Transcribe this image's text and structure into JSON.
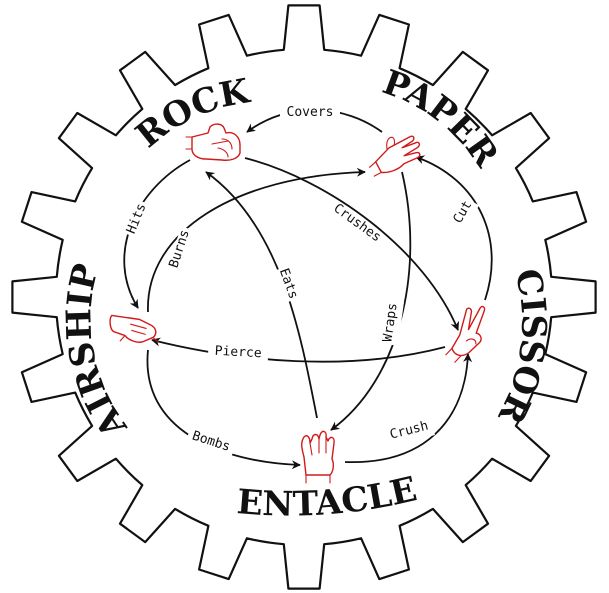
{
  "colors": {
    "outline": "#111111",
    "hand": "#d11a1a",
    "background": "#ffffff"
  },
  "nodes": [
    {
      "id": "rock",
      "label": "ROCK",
      "icon": "fist-hand-icon"
    },
    {
      "id": "paper",
      "label": "PAPER",
      "icon": "flat-hand-icon"
    },
    {
      "id": "scissors",
      "label": "SCISSORS",
      "icon": "v-sign-hand-icon"
    },
    {
      "id": "tentacles",
      "label": "TENTACLES",
      "icon": "wiggling-fingers-hand-icon"
    },
    {
      "id": "airship",
      "label": "AIRSHIP",
      "icon": "pointing-hand-icon"
    }
  ],
  "edges": [
    {
      "from": "paper",
      "to": "rock",
      "label": "Covers"
    },
    {
      "from": "rock",
      "to": "airship",
      "label": "Hits"
    },
    {
      "from": "rock",
      "to": "scissors",
      "label": "Crushes"
    },
    {
      "from": "scissors",
      "to": "paper",
      "label": "Cut"
    },
    {
      "from": "scissors",
      "to": "airship",
      "label": "Pierce"
    },
    {
      "from": "paper",
      "to": "tentacles",
      "label": "Wraps"
    },
    {
      "from": "tentacles",
      "to": "rock",
      "label": "Eats"
    },
    {
      "from": "airship",
      "to": "paper",
      "label": "Burns"
    },
    {
      "from": "airship",
      "to": "tentacles",
      "label": "Bombs"
    },
    {
      "from": "tentacles",
      "to": "scissors",
      "label": "Crush"
    }
  ]
}
